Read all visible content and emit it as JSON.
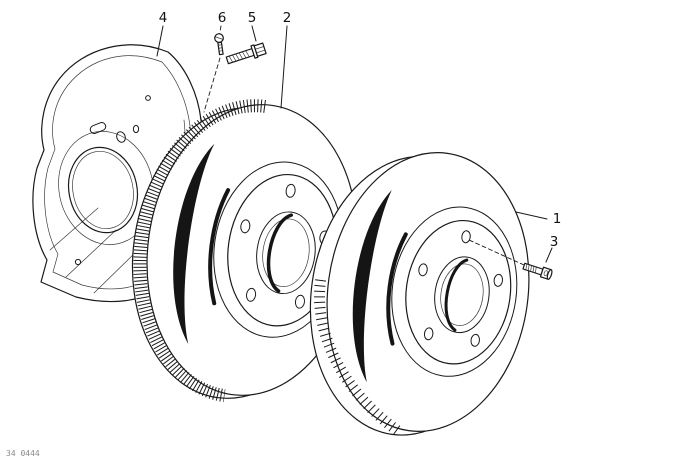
{
  "colors": {
    "ink": "#1a1a1a",
    "paper": "#ffffff"
  },
  "callouts": {
    "c1": {
      "label": "1"
    },
    "c2": {
      "label": "2"
    },
    "c3": {
      "label": "3"
    },
    "c4": {
      "label": "4"
    },
    "c5": {
      "label": "5"
    },
    "c6": {
      "label": "6"
    }
  },
  "parts": {
    "p1": "brake-disc",
    "p2": "brake-disc-ventilated",
    "p3": "hex-socket-bolt",
    "p4": "protection-plate",
    "p5": "collar-screw",
    "p6": "small-screw"
  },
  "footer": {
    "code": "34 0444"
  }
}
